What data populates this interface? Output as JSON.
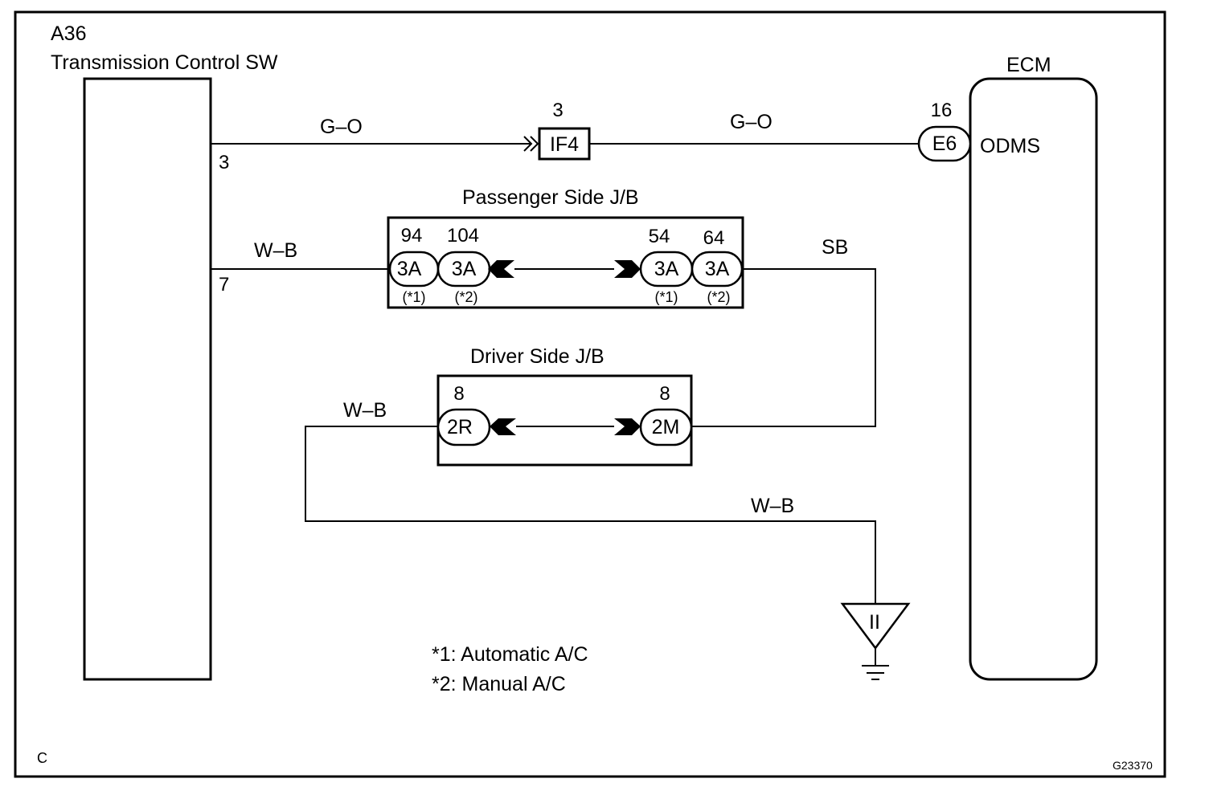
{
  "component_a36": {
    "code": "A36",
    "name": "Transmission Control SW",
    "pin_3": "3",
    "pin_7": "7"
  },
  "ecm": {
    "name": "ECM",
    "pin": "16",
    "connector": "E6",
    "signal": "ODMS"
  },
  "if4": {
    "pin": "3",
    "connector": "IF4"
  },
  "wires": {
    "go_left": "G–O",
    "go_right": "G–O",
    "wb_top": "W–B",
    "sb": "SB",
    "wb_mid": "W–B",
    "wb_bottom": "W–B"
  },
  "passenger_jb": {
    "title": "Passenger Side J/B",
    "connectors": [
      {
        "pin": "94",
        "code": "3A",
        "note": "(*1)"
      },
      {
        "pin": "104",
        "code": "3A",
        "note": "(*2)"
      },
      {
        "pin": "54",
        "code": "3A",
        "note": "(*1)"
      },
      {
        "pin": "64",
        "code": "3A",
        "note": "(*2)"
      }
    ]
  },
  "driver_jb": {
    "title": "Driver Side J/B",
    "connectors": [
      {
        "pin": "8",
        "code": "2R"
      },
      {
        "pin": "8",
        "code": "2M"
      }
    ]
  },
  "ground": {
    "label": "II"
  },
  "notes": {
    "n1": "*1: Automatic A/C",
    "n2": "*2: Manual A/C"
  },
  "corner_label": "C",
  "figure_id": "G23370"
}
